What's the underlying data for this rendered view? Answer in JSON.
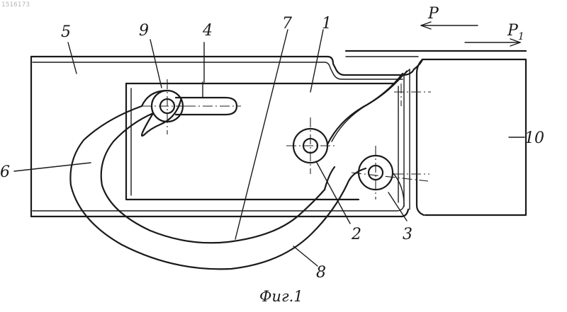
{
  "corner_mark": "1516173",
  "caption": "Фиг.1",
  "labels": {
    "l5": "5",
    "l9": "9",
    "l4": "4",
    "l7": "7",
    "l1": "1",
    "l10": "10",
    "l6": "6",
    "l2": "2",
    "l3": "3",
    "l8": "8",
    "force_p": "P",
    "force_p1": "P",
    "force_p1_sub": "1"
  }
}
